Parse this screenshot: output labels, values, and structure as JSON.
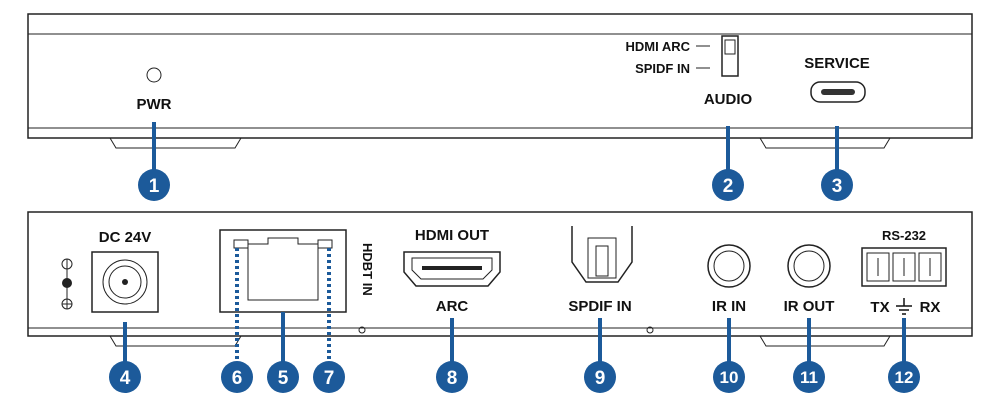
{
  "top_panel": {
    "pwr_label": "PWR",
    "switch_top_label": "HDMI ARC",
    "switch_bottom_label": "SPIDF IN",
    "audio_label": "AUDIO",
    "service_label": "SERVICE"
  },
  "bottom_panel": {
    "dc_label": "DC 24V",
    "hdbt_label": "HDBT IN",
    "hdmi_out_label": "HDMI OUT",
    "arc_label": "ARC",
    "spdif_label": "SPDIF IN",
    "ir_in_label": "IR IN",
    "ir_out_label": "IR OUT",
    "rs232_label": "RS-232",
    "tx_label": "TX",
    "rx_label": "RX"
  },
  "callouts": [
    "1",
    "2",
    "3",
    "4",
    "5",
    "6",
    "7",
    "8",
    "9",
    "10",
    "11",
    "12"
  ],
  "colors": {
    "callout": "#1c5a9a",
    "outline": "#222222"
  }
}
